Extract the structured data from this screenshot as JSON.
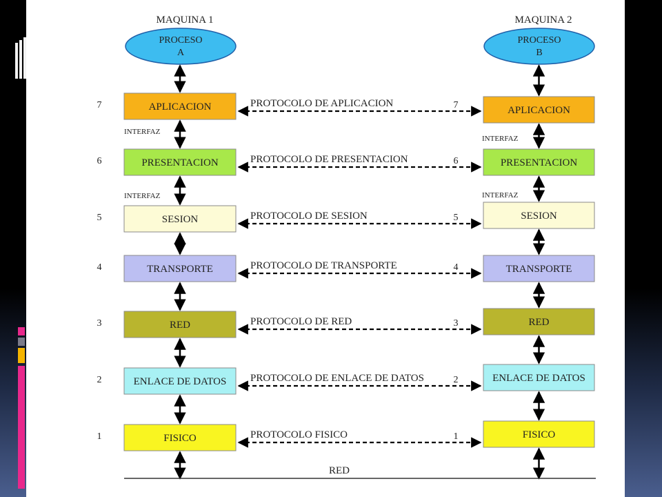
{
  "machines": [
    {
      "title": "MAQUINA 1",
      "process": [
        "PROCESO",
        "A"
      ]
    },
    {
      "title": "MAQUINA 2",
      "process": [
        "PROCESO",
        "B"
      ]
    }
  ],
  "layers": [
    {
      "number": "7",
      "name": "APLICACION",
      "protocol": "PROTOCOLO DE APLICACION",
      "color": "#f7b118"
    },
    {
      "number": "6",
      "name": "PRESENTACION",
      "protocol": "PROTOCOLO DE PRESENTACION",
      "color": "#a8e84a"
    },
    {
      "number": "5",
      "name": "SESION",
      "protocol": "PROTOCOLO DE SESION",
      "color": "#fdfbd6"
    },
    {
      "number": "4",
      "name": "TRANSPORTE",
      "protocol": "PROTOCOLO DE TRANSPORTE",
      "color": "#bcbff2"
    },
    {
      "number": "3",
      "name": "RED",
      "protocol": "PROTOCOLO DE RED",
      "color": "#b9b52e"
    },
    {
      "number": "2",
      "name": "ENLACE DE DATOS",
      "protocol": "PROTOCOLO DE ENLACE DE DATOS",
      "color": "#a8f1f4"
    },
    {
      "number": "1",
      "name": "FISICO",
      "protocol": "PROTOCOLO FISICO",
      "color": "#f9f521"
    }
  ],
  "interface_label": "INTERFAZ",
  "network_label": "RED",
  "colors": {
    "process_fill": "#3dbcf0",
    "process_stroke": "#1f5fa8",
    "arrow": "#000000",
    "bullet_pink": "#e8288c",
    "bullet_gray": "#7b7b8a",
    "bullet_gold": "#f4b400"
  }
}
